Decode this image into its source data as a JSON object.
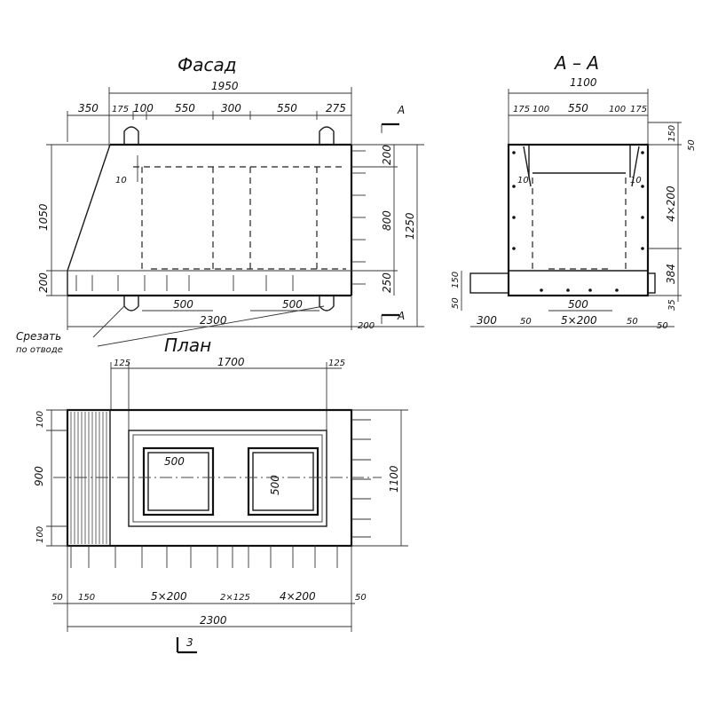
{
  "facade": {
    "title": "Фасад",
    "dims_top": [
      "350",
      "175",
      "100",
      "550",
      "300",
      "550",
      "275"
    ],
    "overall_top": "1950",
    "left_vertical": "1050",
    "left_bottom": "200",
    "right_vertical": [
      "200",
      "800",
      "250"
    ],
    "overall_right": "1250",
    "small_mark": "10",
    "bottom_dims": [
      "500",
      "500"
    ],
    "overall_bottom": "2300",
    "bottom_right": "200",
    "note_line1": "Срезать",
    "note_line2": "по отводе",
    "section_marks": [
      "А",
      "А"
    ]
  },
  "section": {
    "title": "А – А",
    "overall_top": "1100",
    "dims_top": [
      "175",
      "100",
      "550",
      "100",
      "175"
    ],
    "right_vertical": [
      "150",
      "50",
      "4×200",
      "384",
      "35"
    ],
    "left_vertical": [
      "50",
      "150"
    ],
    "inner_marks": [
      "10",
      "10"
    ],
    "bottom_dims": [
      "300",
      "50",
      "5×200",
      "50",
      "50"
    ],
    "bottom_inner": "500"
  },
  "plan": {
    "title": "План",
    "dims_top": [
      "125",
      "1700",
      "125"
    ],
    "left_vertical": [
      "100",
      "900",
      "100"
    ],
    "overall_right": "1100",
    "opening_labels": [
      "500",
      "500"
    ],
    "bottom_dims": [
      "50",
      "150",
      "5×200",
      "2×125",
      "4×200",
      "50"
    ],
    "overall_bottom": "2300",
    "section_mark": "3"
  }
}
